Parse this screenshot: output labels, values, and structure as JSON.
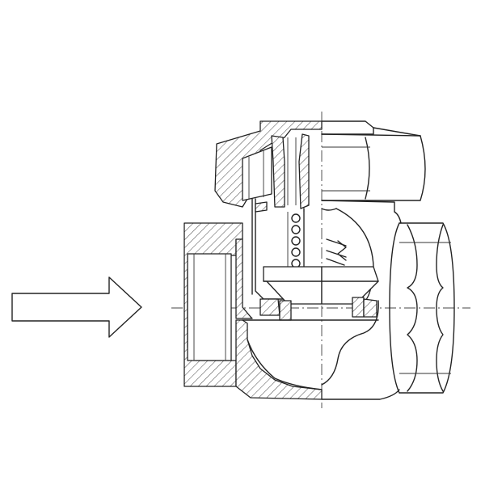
{
  "figure": {
    "kind": "check-valve-half-section-drawing",
    "flow_direction": "left-to-right",
    "line_color": "#222222",
    "background_color": "#ffffff",
    "parts": [
      "inlet-threaded-port",
      "valve-body",
      "hex-cap-nut",
      "guide-stem",
      "compression-spring",
      "valve-disc",
      "valve-seat",
      "outlet-threaded-port"
    ]
  }
}
